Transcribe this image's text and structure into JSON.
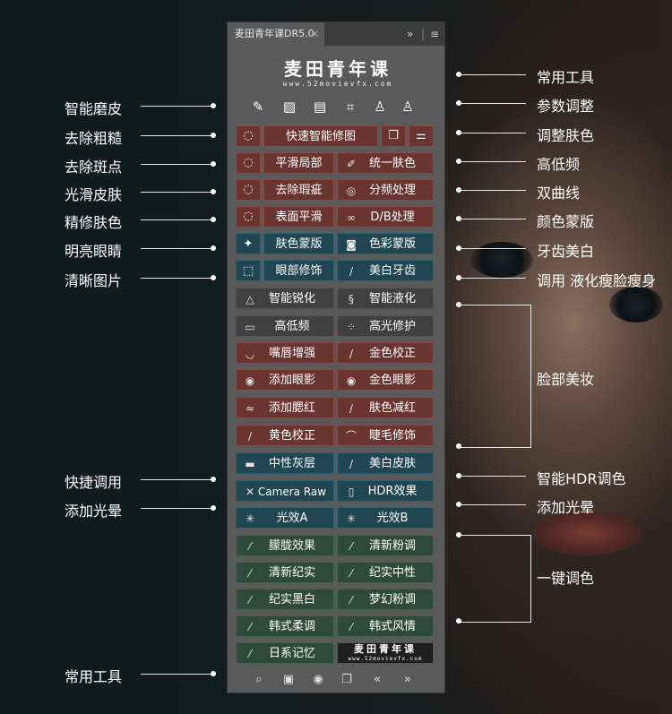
{
  "panel": {
    "tab_title": "麦田青年课DR5.0",
    "tab_close": "×",
    "header_expand": "»",
    "header_menu": "≡",
    "logo_title": "麦田青年课",
    "logo_url": "www.52movievfx.com"
  },
  "annotations_left": {
    "a1": "智能磨皮",
    "a2": "去除粗糙",
    "a3": "去除斑点",
    "a4": "光滑皮肤",
    "a5": "精修肤色",
    "a6": "明亮眼睛",
    "a7": "清晰图片",
    "a8": "快捷调用",
    "a9": "添加光晕",
    "a10": "常用工具"
  },
  "annotations_right": {
    "b1": "常用工具",
    "b2": "参数调整",
    "b3": "调整肤色",
    "b4": "高低频",
    "b5": "双曲线",
    "b6": "颜色蒙版",
    "b7": "牙齿美白",
    "b8": "调用 液化瘦脸瘦身",
    "b9": "脸部美妆",
    "b10": "智能HDR调色",
    "b11": "添加光晕",
    "b12": "一键调色"
  },
  "buttons": {
    "quick_retouch": "快速智能修图",
    "smooth_local": "平滑局部",
    "unify_skin": "统一肤色",
    "remove_blemish": "去除瑕疵",
    "freq_separation": "分频处理",
    "surface_smooth": "表面平滑",
    "db_process": "D/B处理",
    "skin_mask": "肤色蒙版",
    "color_mask": "色彩蒙版",
    "eye_retouch": "眼部修饰",
    "teeth_white": "美白牙齿",
    "smart_sharpen": "智能锐化",
    "smart_liquify": "智能液化",
    "high_low_freq": "高低频",
    "highlight_fix": "高光修护",
    "lip_enhance": "嘴唇增强",
    "gold_correct": "金色校正",
    "add_eyeshadow": "添加眼影",
    "gold_eyeshadow": "金色眼影",
    "add_blush": "添加腮红",
    "reduce_red": "肤色减红",
    "yellow_correct": "黄色校正",
    "lash_retouch": "睫毛修饰",
    "neutral_gray": "中性灰层",
    "skin_whiten": "美白皮肤",
    "camera_raw": "Camera Raw",
    "hdr_effect": "HDR效果",
    "light_a": "光效A",
    "light_b": "光效B",
    "hazy_effect": "朦胧效果",
    "fresh_pink": "清新粉调",
    "fresh_doc": "清新纪实",
    "doc_neutral": "纪实中性",
    "doc_bw": "纪实黑白",
    "dream_pink": "梦幻粉调",
    "korean_soft": "韩式柔调",
    "korean_style": "韩式风情",
    "japan_memory": "日系记忆"
  },
  "mini_logo": {
    "title": "麦田青年课",
    "url": "www.52movievfx.com"
  },
  "icons": {
    "tool_icons": [
      "brush-icon",
      "bandage-icon",
      "bandage-alt-icon",
      "chip-icon",
      "stamp-icon",
      "stamp-x-icon"
    ],
    "footer_icons": [
      "zoom-icon",
      "panel-icon",
      "eye-icon",
      "copy-icon",
      "prev-icon",
      "next-icon"
    ]
  },
  "colors": {
    "red_button": "#6a3431",
    "teal_button": "#1f4651",
    "green_button": "#2f4a3c",
    "gray_button": "#404040",
    "panel_bg": "#5a5a5a"
  }
}
